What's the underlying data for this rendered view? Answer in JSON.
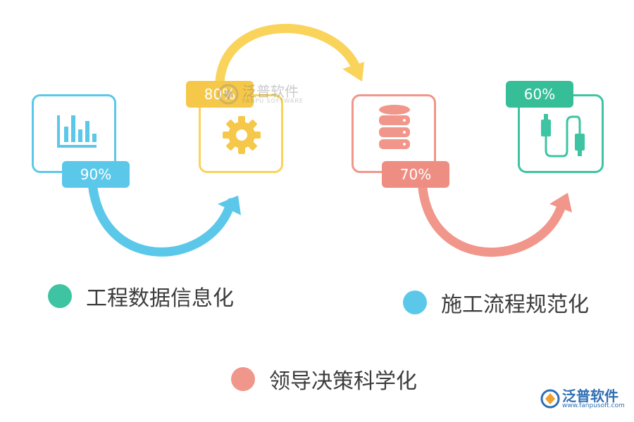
{
  "colors": {
    "blue": "#5bc8ea",
    "yellow": "#f9d35a",
    "salmon": "#f1968a",
    "green": "#3ec4a2",
    "badge_yellow": "#f5c84a",
    "badge_salmon": "#ee8e83",
    "badge_green": "#35be97"
  },
  "steps": [
    {
      "percent": "90%",
      "icon": "bar-chart-icon",
      "color": "blue"
    },
    {
      "percent": "80%",
      "icon": "gear-icon",
      "color": "yellow"
    },
    {
      "percent": "70%",
      "icon": "database-icon",
      "color": "salmon"
    },
    {
      "percent": "60%",
      "icon": "usb-cable-icon",
      "color": "green"
    }
  ],
  "legend": [
    {
      "label": "工程数据信息化",
      "color": "green"
    },
    {
      "label": "施工流程规范化",
      "color": "blue"
    },
    {
      "label": "领导决策科学化",
      "color": "salmon"
    }
  ],
  "watermark": {
    "center_brand": "泛普软件",
    "center_sub": "FANPU SOFTWARE",
    "corner_brand": "泛普软件",
    "corner_url": "www.fanpusoft.com"
  }
}
